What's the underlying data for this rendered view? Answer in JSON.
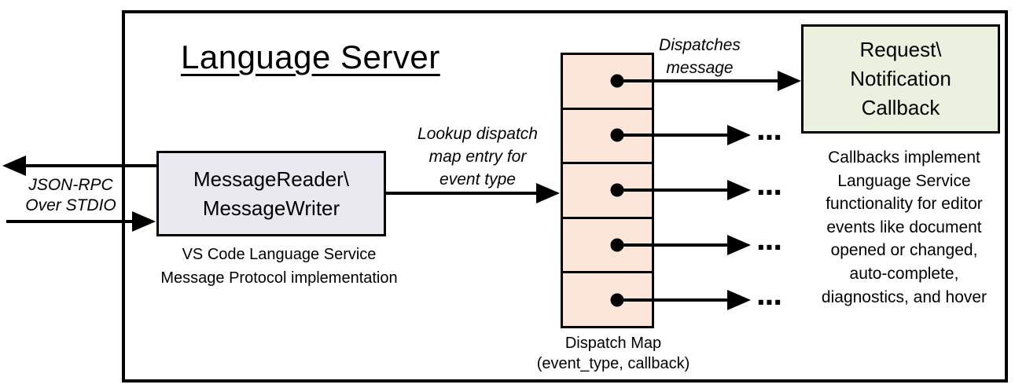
{
  "diagram": {
    "title": "Language Server",
    "io_label": "JSON-RPC\nOver STDIO",
    "message_box": {
      "label": "MessageReader\\\nMessageWriter",
      "caption": "VS Code Language Service\nMessage Protocol implementation"
    },
    "lookup_label": "Lookup dispatch\nmap entry for\nevent type",
    "dispatches_label": "Dispatches\nmessage",
    "dispatch_map": {
      "label": "Dispatch Map\n(event_type, callback)",
      "cell_count": 5
    },
    "callback_box": {
      "label": "Request\\\nNotification\nCallback",
      "description": "Callbacks implement\nLanguage Service\nfunctionality for editor\nevents like document\nopened or changed,\nauto-complete,\ndiagnostics, and hover"
    },
    "ellipsis": "...",
    "colors": {
      "border": "#000000",
      "background": "#FFFFFF",
      "message_box_fill": "#EAE9F0",
      "dispatch_map_fill": "#FCE6D9",
      "callback_box_fill": "#EAF1DF"
    }
  }
}
